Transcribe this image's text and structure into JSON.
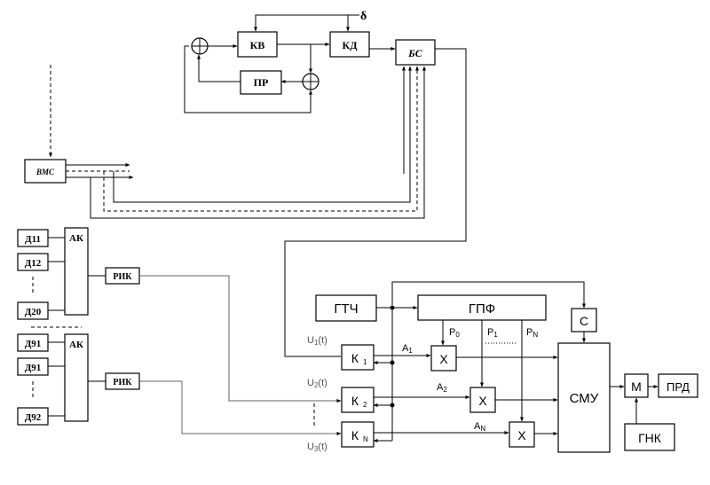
{
  "blocks": {
    "kv": "КВ",
    "kd": "КД",
    "pr": "ПР",
    "bs": "БС",
    "delta": "δ",
    "vms": "ВМС",
    "ak1": "АК",
    "ak2": "АК",
    "rik1": "РИК",
    "rik2": "РИК",
    "d11": "Д11",
    "d12": "Д12",
    "d20": "Д20",
    "d91a": "Д91",
    "d91b": "Д91",
    "d92": "Д92",
    "gtch": "ГТЧ",
    "gpf": "ГПФ",
    "c": "С",
    "smu": "СМУ",
    "m": "М",
    "prd": "ПРД",
    "gnk": "ГНК",
    "k1": "К",
    "k1_sub": "1",
    "k2": "К",
    "k2_sub": "2",
    "kn": "К",
    "kn_sub": "N",
    "x1": "Х",
    "x2": "Х",
    "x3": "Х"
  },
  "signals": {
    "u1": "U",
    "u1_sub": "1",
    "u1_t": "(t)",
    "u2": "U",
    "u2_sub": "2",
    "u2_t": "(t)",
    "u3": "U",
    "u3_sub": "3",
    "u3_t": "(t)",
    "a1": "A",
    "a1_sub": "1",
    "a2": "A",
    "a2_sub": "2",
    "an": "A",
    "an_sub": "N",
    "p0": "P",
    "p0_sub": "0",
    "p1": "P",
    "p1_sub": "1",
    "pn": "P",
    "pn_sub": "N"
  }
}
